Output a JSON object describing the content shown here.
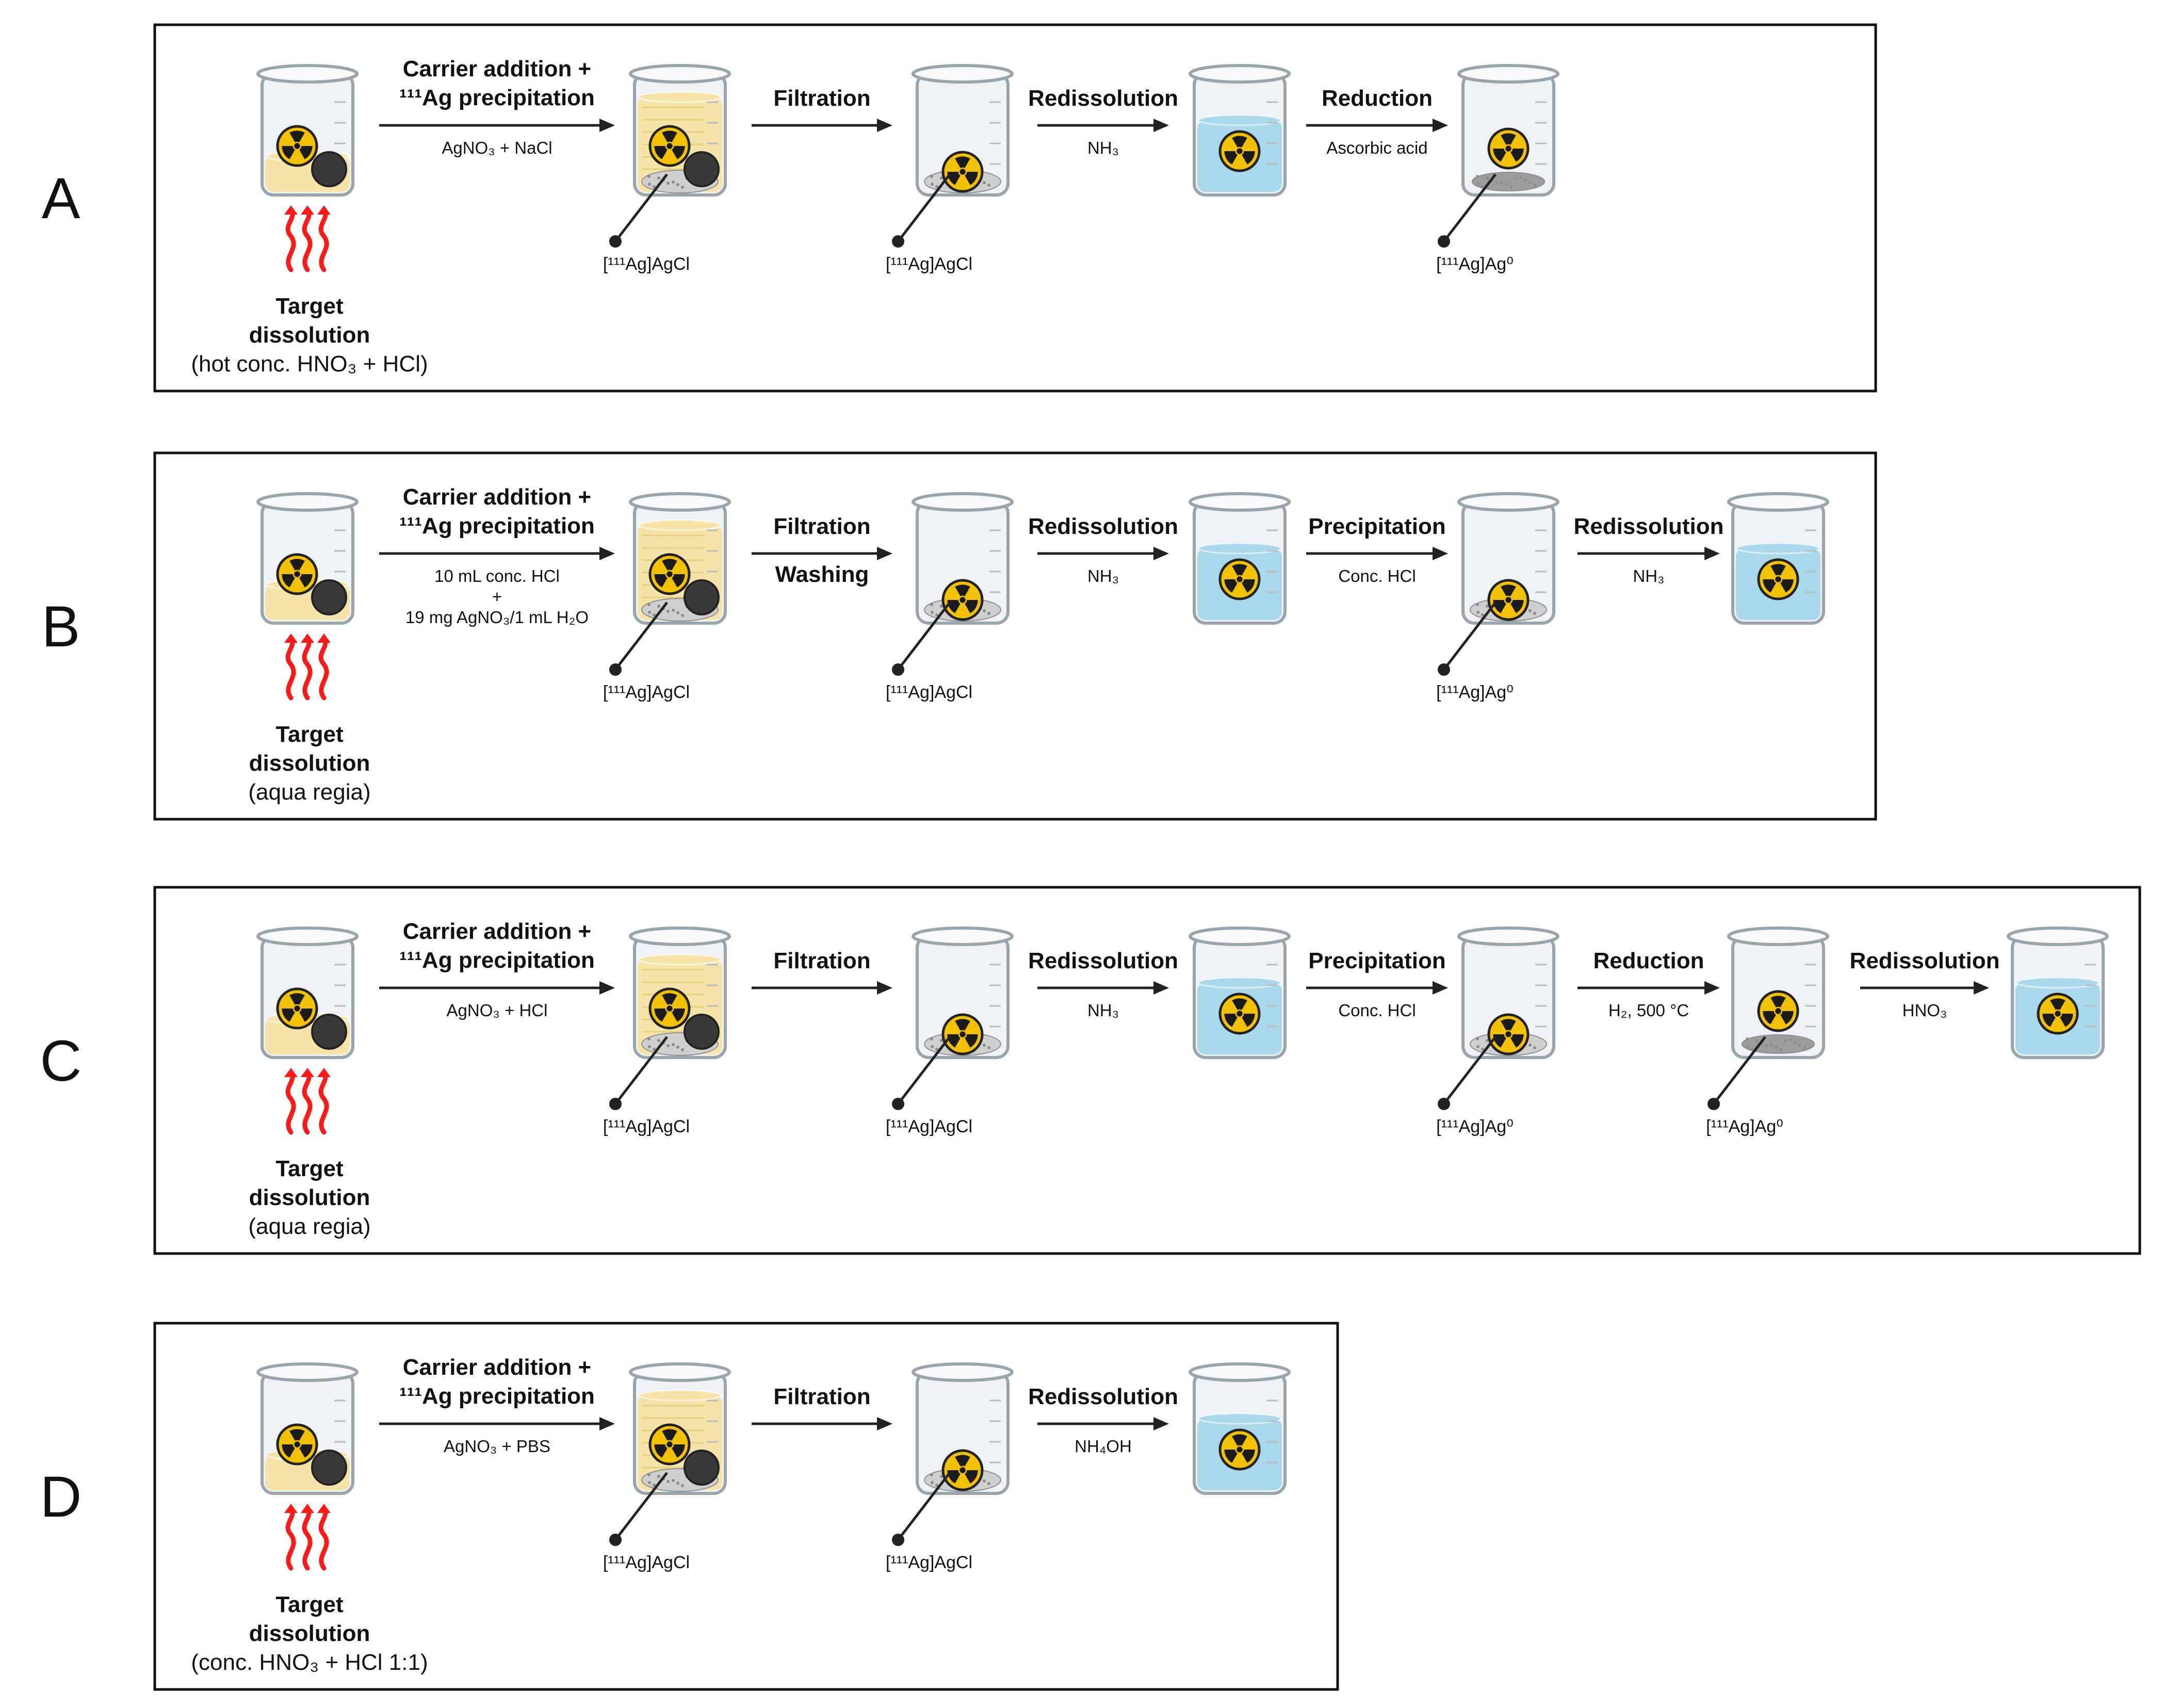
{
  "panels": [
    {
      "letter": "A",
      "dissolution": [
        "Target",
        "dissolution",
        "(hot conc. HNO₃ + HCl)"
      ],
      "beakers": [
        {
          "type": "yellow",
          "pellet": true
        },
        {
          "type": "yellow-striped",
          "pellet": true,
          "sediment": true
        },
        {
          "type": "clear",
          "sediment": true,
          "symbolOnSediment": true
        },
        {
          "type": "blue"
        },
        {
          "type": "clear",
          "sediment": true,
          "metal": true
        }
      ],
      "arrows": [
        {
          "title": [
            "Carrier addition +",
            "¹¹¹Ag precipitation"
          ],
          "sub": [
            "AgNO₃ + NaCl"
          ]
        },
        {
          "title": [
            "Filtration"
          ],
          "sub": []
        },
        {
          "title": [
            "Redissolution"
          ],
          "sub": [
            "NH₃"
          ]
        },
        {
          "title": [
            "Reduction"
          ],
          "sub": [
            "Ascorbic acid"
          ]
        }
      ],
      "labels": [
        {
          "beaker": 1,
          "text": "[¹¹¹Ag]AgCl"
        },
        {
          "beaker": 2,
          "text": "[¹¹¹Ag]AgCl"
        },
        {
          "beaker": 4,
          "text": "[¹¹¹Ag]Ag⁰"
        }
      ]
    },
    {
      "letter": "B",
      "dissolution": [
        "Target",
        "dissolution",
        "(aqua regia)"
      ],
      "beakers": [
        {
          "type": "yellow",
          "pellet": true
        },
        {
          "type": "yellow-striped",
          "pellet": true,
          "sediment": true
        },
        {
          "type": "clear",
          "sediment": true,
          "symbolOnSediment": true
        },
        {
          "type": "blue"
        },
        {
          "type": "clear",
          "sediment": true,
          "symbolOnSediment": true
        },
        {
          "type": "blue"
        }
      ],
      "arrows": [
        {
          "title": [
            "Carrier addition +",
            "¹¹¹Ag precipitation"
          ],
          "sub": [
            "10 mL conc. HCl",
            "+",
            "19 mg AgNO₃/1 mL H₂O"
          ]
        },
        {
          "title": [
            "Filtration"
          ],
          "title2": "Washing",
          "sub": []
        },
        {
          "title": [
            "Redissolution"
          ],
          "sub": [
            "NH₃"
          ]
        },
        {
          "title": [
            "Precipitation"
          ],
          "sub": [
            "Conc. HCl"
          ]
        },
        {
          "title": [
            "Redissolution"
          ],
          "sub": [
            "NH₃"
          ]
        }
      ],
      "labels": [
        {
          "beaker": 1,
          "text": "[¹¹¹Ag]AgCl"
        },
        {
          "beaker": 2,
          "text": "[¹¹¹Ag]AgCl"
        },
        {
          "beaker": 4,
          "text": "[¹¹¹Ag]Ag⁰"
        }
      ]
    },
    {
      "letter": "C",
      "dissolution": [
        "Target",
        "dissolution",
        "(aqua regia)"
      ],
      "beakers": [
        {
          "type": "yellow",
          "pellet": true
        },
        {
          "type": "yellow-striped",
          "pellet": true,
          "sediment": true
        },
        {
          "type": "clear",
          "sediment": true,
          "symbolOnSediment": true
        },
        {
          "type": "blue"
        },
        {
          "type": "clear",
          "sediment": true,
          "symbolOnSediment": true
        },
        {
          "type": "clear",
          "sediment": true,
          "metal": true
        },
        {
          "type": "blue"
        }
      ],
      "arrows": [
        {
          "title": [
            "Carrier addition +",
            "¹¹¹Ag precipitation"
          ],
          "sub": [
            "AgNO₃ + HCl"
          ]
        },
        {
          "title": [
            "Filtration"
          ],
          "sub": []
        },
        {
          "title": [
            "Redissolution"
          ],
          "sub": [
            "NH₃"
          ]
        },
        {
          "title": [
            "Precipitation"
          ],
          "sub": [
            "Conc. HCl"
          ]
        },
        {
          "title": [
            "Reduction"
          ],
          "sub": [
            "H₂, 500 °C"
          ]
        },
        {
          "title": [
            "Redissolution"
          ],
          "sub": [
            "HNO₃"
          ]
        }
      ],
      "labels": [
        {
          "beaker": 1,
          "text": "[¹¹¹Ag]AgCl"
        },
        {
          "beaker": 2,
          "text": "[¹¹¹Ag]AgCl"
        },
        {
          "beaker": 4,
          "text": "[¹¹¹Ag]Ag⁰"
        },
        {
          "beaker": 5,
          "text": "[¹¹¹Ag]Ag⁰"
        }
      ]
    },
    {
      "letter": "D",
      "dissolution": [
        "Target",
        "dissolution",
        "(conc. HNO₃ + HCl 1:1)"
      ],
      "beakers": [
        {
          "type": "yellow",
          "pellet": true
        },
        {
          "type": "yellow-striped",
          "pellet": true,
          "sediment": true
        },
        {
          "type": "clear",
          "sediment": true,
          "symbolOnSediment": true
        },
        {
          "type": "blue"
        }
      ],
      "arrows": [
        {
          "title": [
            "Carrier addition +",
            "¹¹¹Ag precipitation"
          ],
          "sub": [
            "AgNO₃ + PBS"
          ]
        },
        {
          "title": [
            "Filtration"
          ],
          "sub": []
        },
        {
          "title": [
            "Redissolution"
          ],
          "sub": [
            "NH₄OH"
          ]
        }
      ],
      "labels": [
        {
          "beaker": 1,
          "text": "[¹¹¹Ag]AgCl"
        },
        {
          "beaker": 2,
          "text": "[¹¹¹Ag]AgCl"
        }
      ]
    }
  ],
  "colors": {
    "yellowLiquid": "#f6e3a8",
    "blueLiquid": "#a9d8ea",
    "glass": "#eef2f5",
    "glassStroke": "#9aa4ab",
    "hazardYellow": "#f2c200",
    "heat": "#ff1a1a",
    "pellet": "#3a3a3a"
  }
}
